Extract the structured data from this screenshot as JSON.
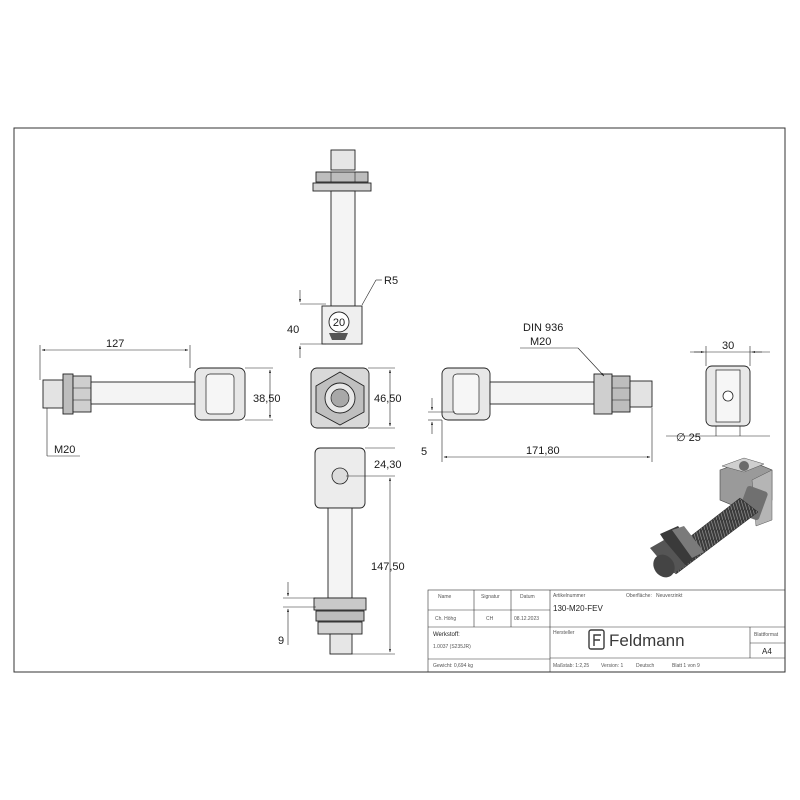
{
  "drawing": {
    "dimensions": {
      "r5": "R5",
      "d40": "40",
      "d127": "127",
      "m20_left": "M20",
      "d38_50": "38,50",
      "d46_50": "46,50",
      "din936": "DIN 936",
      "m20_right": "M20",
      "d30": "30",
      "d5": "5",
      "d171_80": "171,80",
      "dia25": "∅ 25",
      "d24_30": "24,30",
      "d147_50": "147,50",
      "d9": "9",
      "eye_size": "20"
    }
  },
  "title_block": {
    "col_name": "Name",
    "col_signature": "Signatur",
    "col_date": "Datum",
    "col_article_number": "Artikelnummer",
    "col_surface": "Oberfläche:",
    "surface_value": "Neuverzinkt",
    "name_value": "Ch. Höhg",
    "signature_value": "CH",
    "date_value": "08.12.2023",
    "article_number": "130-M20-FEV",
    "manufacturer_label": "Hersteller",
    "material_label": "Werkstoff:",
    "material_value": "1.0037 (S235JR)",
    "weight_label": "Gewicht: 0,694 kg",
    "brand": "Feldmann",
    "sheet_format_label": "Blattformat",
    "sheet_format": "A4",
    "scale": "Maßstab: 1:2,25",
    "version": "Version: 1",
    "language": "Deutsch",
    "sheet": "Blatt 1 von 9"
  }
}
